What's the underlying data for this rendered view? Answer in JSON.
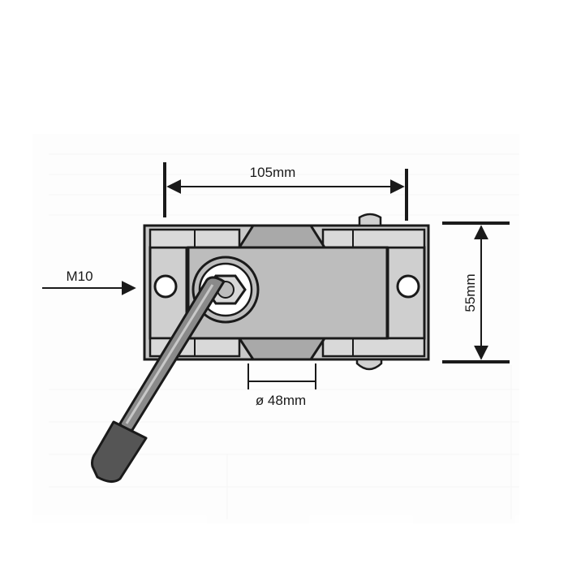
{
  "dimensions": {
    "width_label": "105mm",
    "height_label": "55mm",
    "bolt_label": "M10",
    "tube_label": "ø 48mm"
  },
  "colors": {
    "outline": "#1a1a1a",
    "plate_fill": "#c9c9c9",
    "plate_light": "#d9d9d9",
    "plate_dark": "#a9a9a9",
    "handle_grip": "#555555",
    "handle_rod": "#8a8a8a",
    "background_noise": "#f2f2f2"
  }
}
